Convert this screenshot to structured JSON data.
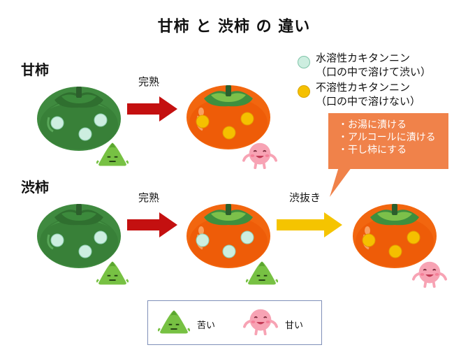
{
  "title": "甘柿 と 渋柿 の 違い",
  "rows": {
    "amagaki": {
      "label": "甘柿",
      "step1": "完熟"
    },
    "shibugaki": {
      "label": "渋柿",
      "step1": "完熟",
      "step2": "渋抜き"
    }
  },
  "legend": {
    "soluble_line1": "水溶性カキタンニン",
    "soluble_line2": "（口の中で溶けて渋い）",
    "insoluble_line1": "不溶性カキタンニン",
    "insoluble_line2": "（口の中で溶けない）",
    "soluble_color": "#cdeee0",
    "insoluble_color": "#f5c000"
  },
  "callout": {
    "items": [
      "・お湯に漬ける",
      "・アルコールに漬ける",
      "・干し柿にする"
    ],
    "color": "#f0824a"
  },
  "key": {
    "bitter_label": "苦い",
    "sweet_label": "甘い"
  },
  "colors": {
    "unripe_fruit": "#3f8a3f",
    "ripe_fruit": "#f2660f",
    "calyx": "#3e8f3e",
    "arrow_red": "#c41010",
    "arrow_yellow": "#f5c400",
    "bitter_char": "#77c143",
    "sweet_char": "#f7a3b4"
  }
}
